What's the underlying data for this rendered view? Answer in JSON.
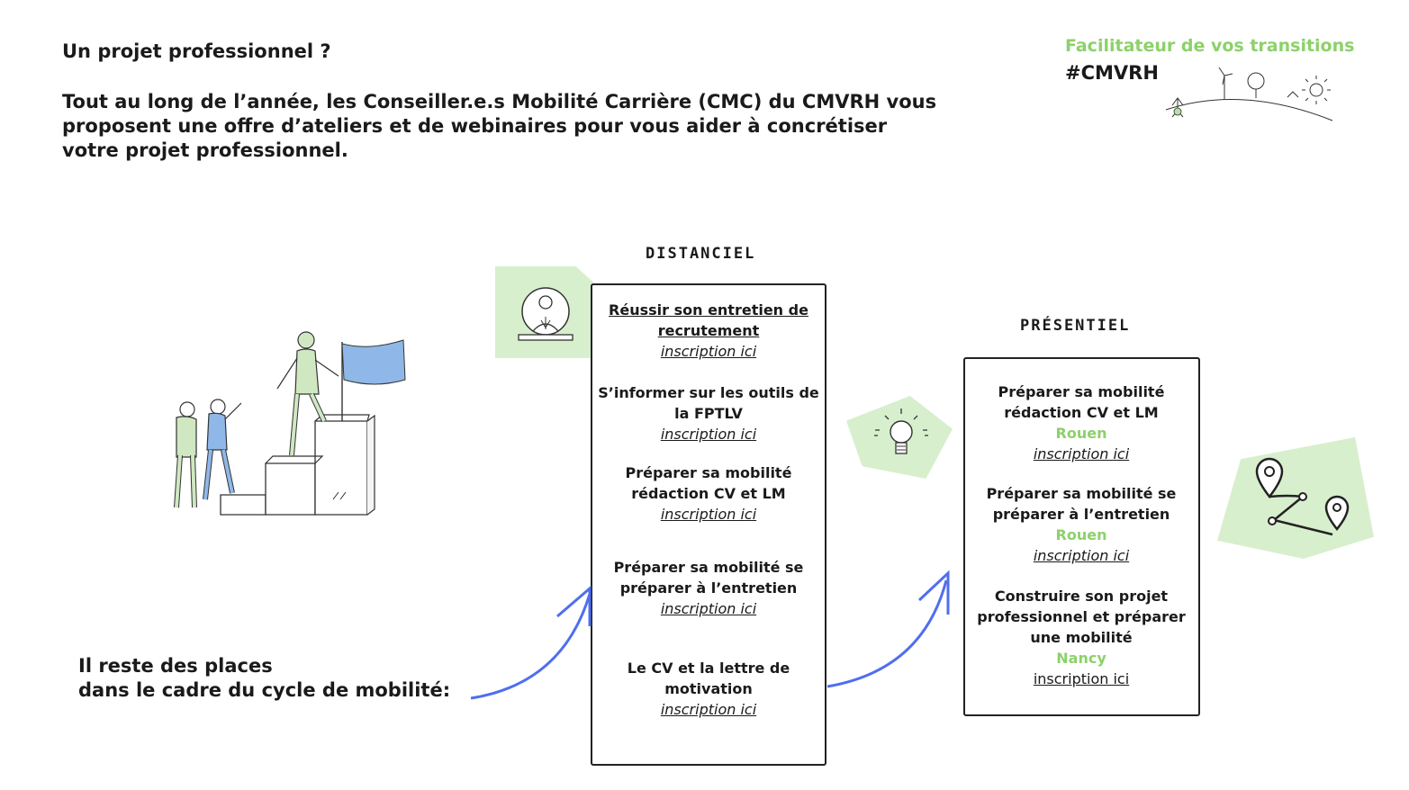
{
  "header": {
    "question": "Un projet professionnel ?",
    "intro": "Tout au long de l’année, les Conseiller.e.s Mobilité Carrière (CMC) du CMVRH vous proposent une offre d’ateliers et de webinaires pour vous aider à concrétiser votre projet professionnel."
  },
  "brand": {
    "tagline": "Facilitateur de vos transitions",
    "hashtag": "#CMVRH",
    "tagline_color": "#8cd16a"
  },
  "distanciel": {
    "title": "DISTANCIEL",
    "items": [
      {
        "title": "Réussir son entretien de recrutement",
        "link": "inscription ici"
      },
      {
        "title": "S’informer sur les outils de la FPTLV",
        "link": "inscription ici"
      },
      {
        "title": "Préparer sa mobilité rédaction CV et LM",
        "link": "inscription ici"
      },
      {
        "title": "Préparer sa mobilité se préparer à l’entretien",
        "link": "inscription ici"
      },
      {
        "title": "Le CV et la lettre de motivation",
        "link": "inscription ici"
      }
    ]
  },
  "presentiel": {
    "title": "PRÉSENTIEL",
    "items": [
      {
        "title": "Préparer sa mobilité rédaction CV et LM",
        "city": "Rouen",
        "link": "inscription ici"
      },
      {
        "title": "Préparer sa mobilité se préparer à l’entretien",
        "city": "Rouen",
        "link": "inscription ici"
      },
      {
        "title": "Construire son projet professionnel et préparer une mobilité",
        "city": "Nancy",
        "link": "inscription ici"
      }
    ]
  },
  "footer": {
    "line1": "Il reste des places",
    "line2": "dans le cadre du cycle de mobilité:"
  },
  "colors": {
    "accent_green": "#8cd16a",
    "blob_green": "#d7efcd",
    "arrow_blue": "#4f6ef0",
    "illustration_blue": "#8fb8e8"
  },
  "icons": [
    "person-globe-icon",
    "lightbulb-icon",
    "map-route-icon",
    "landscape-sketch-icon",
    "people-stairs-illustration"
  ]
}
